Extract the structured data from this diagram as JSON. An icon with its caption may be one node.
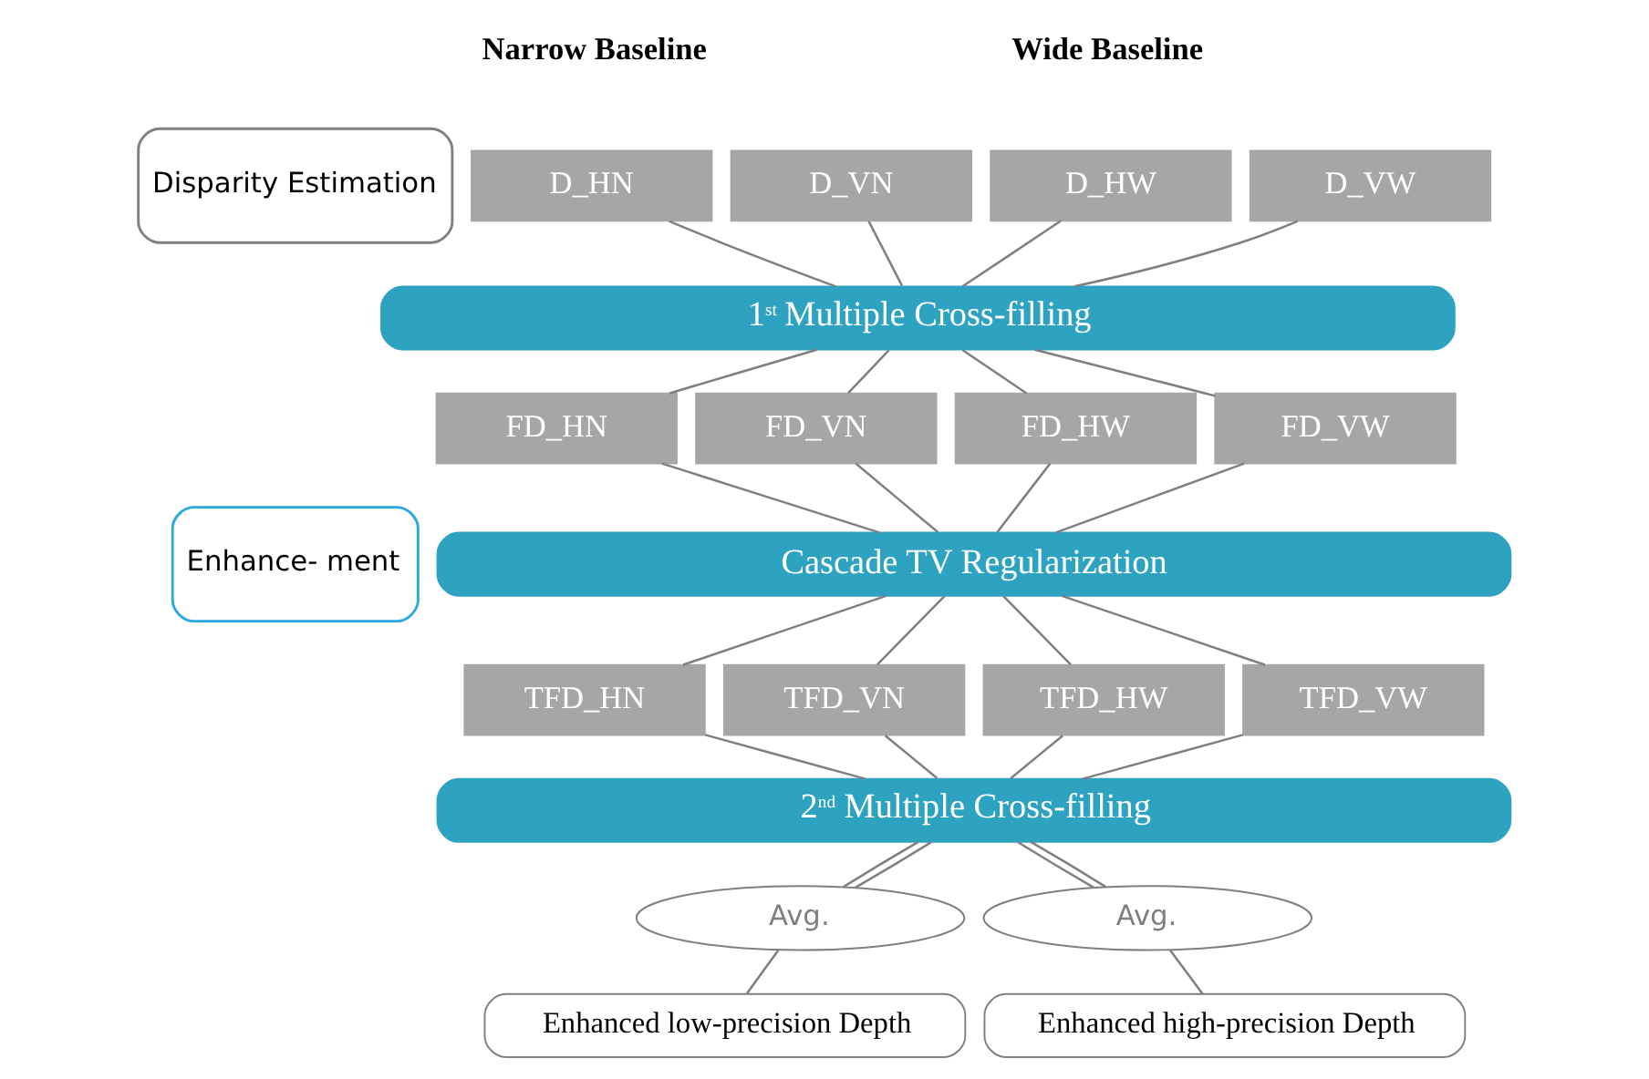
{
  "diagram": {
    "nodes": [
      {
        "text": [
          "Disparity Estimation"
        ]
      },
      {
        "text": [
          "D_HN"
        ]
      },
      {
        "text": [
          "D_VN"
        ]
      },
      {
        "text": [
          "D_HW"
        ]
      },
      {
        "text": [
          "D_VW"
        ]
      },
      {
        "text": [
          "Enhance- ment"
        ]
      },
      {
        "text": [
          "1$^{st}$ Multiple Cross-filling"
        ]
      },
      {
        "text": [
          "FD_HN"
        ]
      },
      {
        "text": [
          "FD_VN"
        ]
      },
      {
        "text": [
          "FD_HW"
        ]
      },
      {
        "text": [
          "FD_VW"
        ]
      },
      {
        "text": [
          "Cascade TV Regularization"
        ]
      },
      {
        "text": [
          "TFD_HN"
        ]
      },
      {
        "text": [
          "TFD_VN"
        ]
      },
      {
        "text": [
          "TFD_HW"
        ]
      },
      {
        "text": [
          "TFD_VW"
        ]
      },
      {
        "text": [
          "2$^{nd}$ Multiple Cross-filling"
        ]
      },
      {
        "text": [
          "Avg."
        ]
      },
      {
        "text": [
          "Avg."
        ]
      },
      {
        "text": [
          "Enhanced low-precision Depth"
        ]
      },
      {
        "text": [
          "Enhanced high-precision Depth"
        ]
      }
    ],
    "edges": [
      {
        "from": 1,
        "to": 6,
        "arrow": "none"
      },
      {
        "from": 2,
        "to": 6,
        "arrow": "none"
      },
      {
        "from": 3,
        "to": 6,
        "arrow": "none"
      },
      {
        "from": 4,
        "to": 6,
        "arrow": "none"
      },
      {
        "from": 6,
        "to": 7,
        "arrow": "none"
      },
      {
        "from": 6,
        "to": 8,
        "arrow": "none"
      },
      {
        "from": 6,
        "to": 9,
        "arrow": "none"
      },
      {
        "from": 6,
        "to": 10,
        "arrow": "none"
      },
      {
        "from": 7,
        "to": 11,
        "arrow": "none"
      },
      {
        "from": 8,
        "to": 11,
        "arrow": "none"
      },
      {
        "from": 9,
        "to": 11,
        "arrow": "none"
      },
      {
        "from": 10,
        "to": 11,
        "arrow": "none"
      },
      {
        "from": 11,
        "to": 12,
        "arrow": "none"
      },
      {
        "from": 11,
        "to": 13,
        "arrow": "none"
      },
      {
        "from": 11,
        "to": 14,
        "arrow": "none"
      },
      {
        "from": 11,
        "to": 15,
        "arrow": "none"
      },
      {
        "from": 12,
        "to": 16,
        "arrow": "none"
      },
      {
        "from": 13,
        "to": 16,
        "arrow": "none"
      },
      {
        "from": 14,
        "to": 16,
        "arrow": "none"
      },
      {
        "from": 15,
        "to": 16,
        "arrow": "none"
      },
      {
        "from": 16,
        "to": 17,
        "arrow": "none"
      },
      {
        "from": 16,
        "to": 17,
        "arrow": "none"
      },
      {
        "from": 16,
        "to": 18,
        "arrow": "none"
      },
      {
        "from": 16,
        "to": 18,
        "arrow": "none"
      },
      {
        "from": 17,
        "to": 19,
        "arrow": "none"
      },
      {
        "from": 18,
        "to": 20,
        "arrow": "none"
      }
    ],
    "labels": [
      "Narrow Baseline",
      "Wide Baseline"
    ]
  }
}
